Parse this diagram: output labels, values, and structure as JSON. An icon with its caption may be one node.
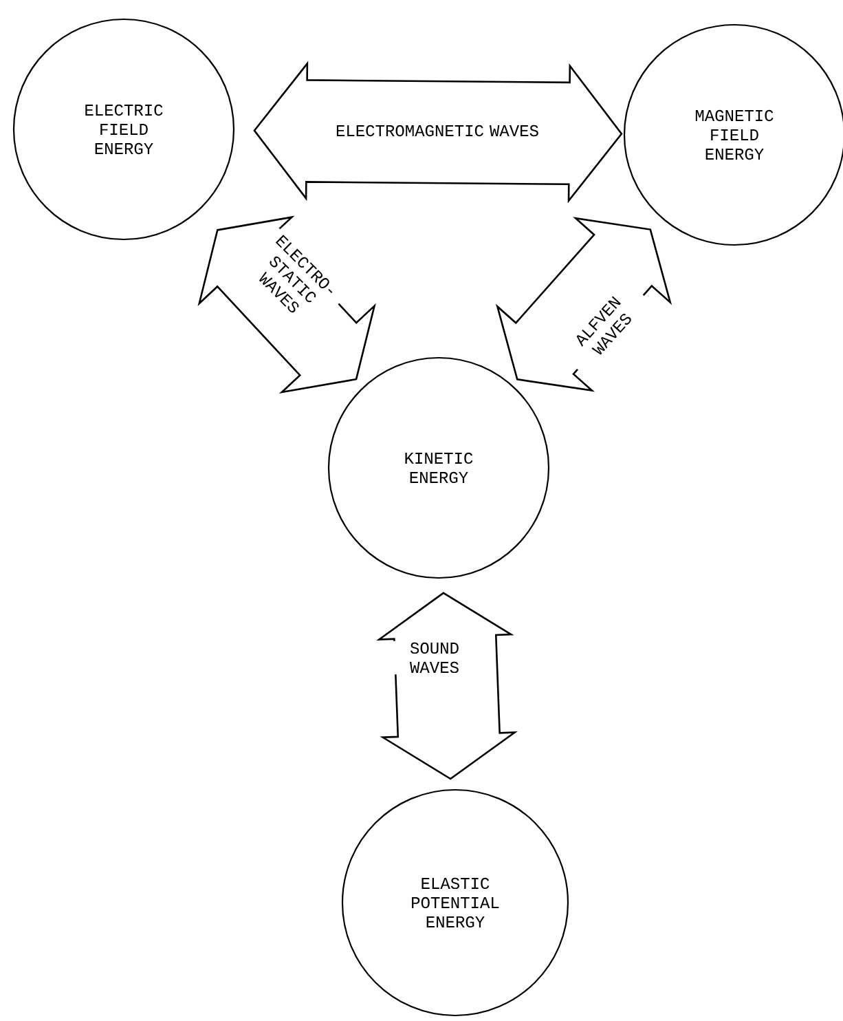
{
  "diagram": {
    "nodes": [
      {
        "text": [
          "ELECTRIC FIELD ENERGY"
        ]
      },
      {
        "text": [
          "MAGNETIC FIELD ENERGY"
        ]
      },
      {
        "text": [
          "KINETIC ENERGY"
        ]
      },
      {
        "text": [
          "ELASTIC POTENTIAL ENERGY"
        ]
      }
    ],
    "edges": [
      {
        "from": 0,
        "to": 1,
        "arrow": "both",
        "label": "ELECTROMAGNETIC WAVES"
      },
      {
        "from": 0,
        "to": 2,
        "arrow": "both",
        "label": "ELECTRO- STATIC WAVES"
      },
      {
        "from": 1,
        "to": 2,
        "arrow": "both",
        "label": "ALFVEN WAVES"
      },
      {
        "from": 2,
        "to": 3,
        "arrow": "both",
        "label": "SOUND WAVES"
      }
    ]
  }
}
